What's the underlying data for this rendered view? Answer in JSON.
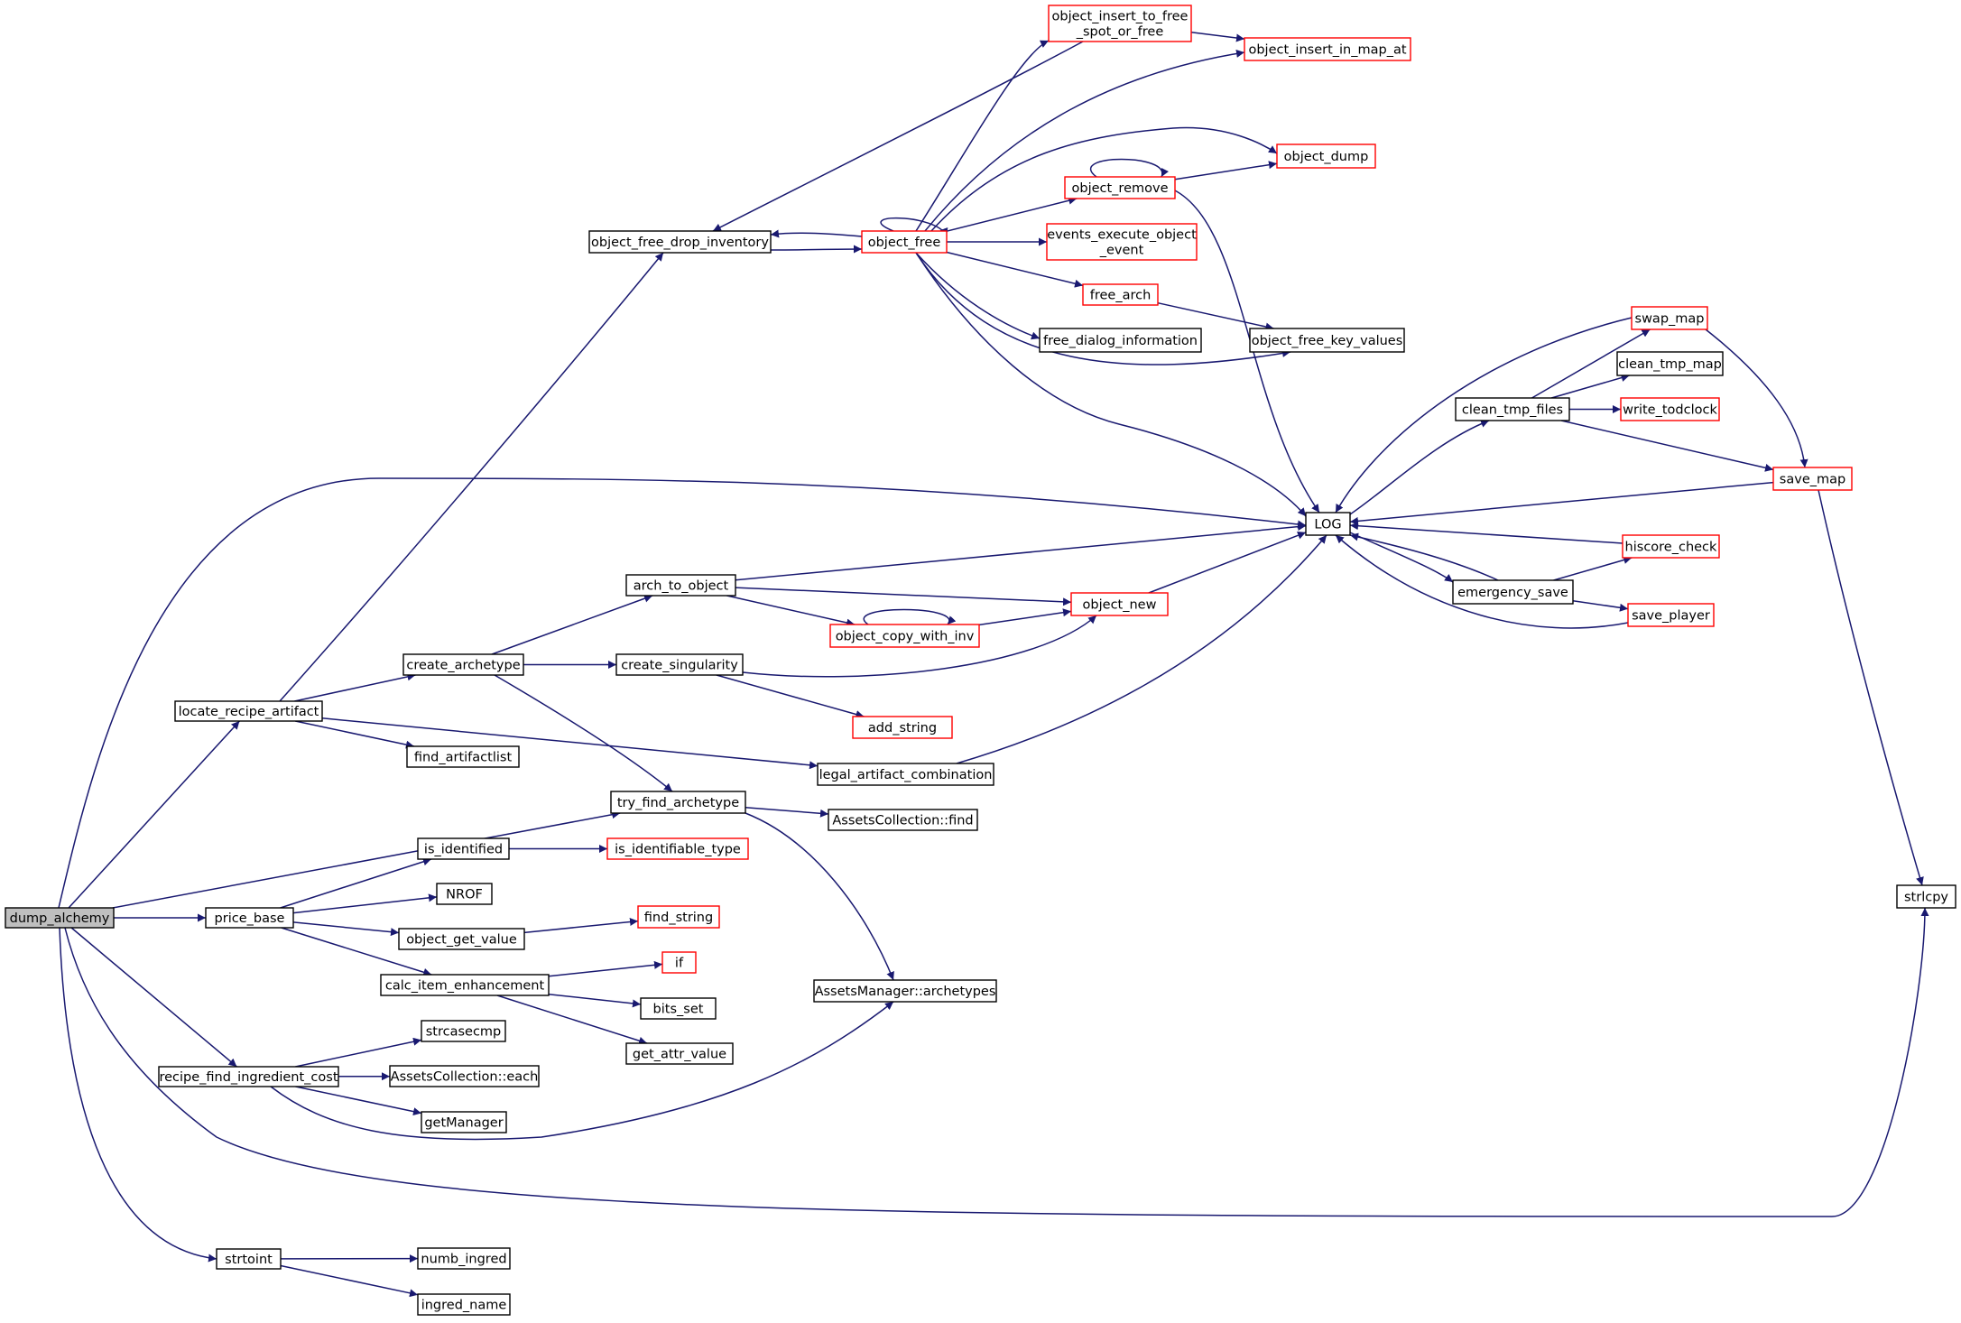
{
  "colors": {
    "edge": "#191970",
    "node_border_black": "#000000",
    "node_border_red": "#ff0000",
    "root_fill": "#bfbfbf",
    "node_fill": "#ffffff"
  },
  "nodes": [
    {
      "id": "dump_alchemy",
      "lines": [
        "dump_alchemy"
      ],
      "style": "root"
    },
    {
      "id": "locate_recipe_artifact",
      "lines": [
        "locate_recipe_artifact"
      ],
      "style": "black"
    },
    {
      "id": "price_base",
      "lines": [
        "price_base"
      ],
      "style": "black"
    },
    {
      "id": "recipe_find_ingredient_cost",
      "lines": [
        "recipe_find_ingredient_cost"
      ],
      "style": "black"
    },
    {
      "id": "strtoint",
      "lines": [
        "strtoint"
      ],
      "style": "black"
    },
    {
      "id": "object_free_drop_inventory",
      "lines": [
        "object_free_drop_inventory"
      ],
      "style": "black"
    },
    {
      "id": "create_archetype",
      "lines": [
        "create_archetype"
      ],
      "style": "black"
    },
    {
      "id": "find_artifactlist",
      "lines": [
        "find_artifactlist"
      ],
      "style": "black"
    },
    {
      "id": "is_identified",
      "lines": [
        "is_identified"
      ],
      "style": "black"
    },
    {
      "id": "NROF",
      "lines": [
        "NROF"
      ],
      "style": "black"
    },
    {
      "id": "object_get_value",
      "lines": [
        "object_get_value"
      ],
      "style": "black"
    },
    {
      "id": "calc_item_enhancement",
      "lines": [
        "calc_item_enhancement"
      ],
      "style": "black"
    },
    {
      "id": "strcasecmp",
      "lines": [
        "strcasecmp"
      ],
      "style": "black"
    },
    {
      "id": "AssetsCollection_each",
      "lines": [
        "AssetsCollection::each"
      ],
      "style": "black"
    },
    {
      "id": "getManager",
      "lines": [
        "getManager"
      ],
      "style": "black"
    },
    {
      "id": "numb_ingred",
      "lines": [
        "numb_ingred"
      ],
      "style": "black"
    },
    {
      "id": "ingred_name",
      "lines": [
        "ingred_name"
      ],
      "style": "black"
    },
    {
      "id": "arch_to_object",
      "lines": [
        "arch_to_object"
      ],
      "style": "black"
    },
    {
      "id": "create_singularity",
      "lines": [
        "create_singularity"
      ],
      "style": "black"
    },
    {
      "id": "try_find_archetype",
      "lines": [
        "try_find_archetype"
      ],
      "style": "black"
    },
    {
      "id": "is_identifiable_type",
      "lines": [
        "is_identifiable_type"
      ],
      "style": "red"
    },
    {
      "id": "find_string",
      "lines": [
        "find_string"
      ],
      "style": "red"
    },
    {
      "id": "if",
      "lines": [
        "if"
      ],
      "style": "red"
    },
    {
      "id": "bits_set",
      "lines": [
        "bits_set"
      ],
      "style": "black"
    },
    {
      "id": "get_attr_value",
      "lines": [
        "get_attr_value"
      ],
      "style": "black"
    },
    {
      "id": "object_copy_with_inv",
      "lines": [
        "object_copy_with_inv"
      ],
      "style": "red"
    },
    {
      "id": "add_string",
      "lines": [
        "add_string"
      ],
      "style": "red"
    },
    {
      "id": "legal_artifact_combination",
      "lines": [
        "legal_artifact_combination"
      ],
      "style": "black"
    },
    {
      "id": "AssetsCollection_find",
      "lines": [
        "AssetsCollection::find"
      ],
      "style": "black"
    },
    {
      "id": "AssetsManager_archetypes",
      "lines": [
        "AssetsManager::archetypes"
      ],
      "style": "black"
    },
    {
      "id": "object_free",
      "lines": [
        "object_free"
      ],
      "style": "red"
    },
    {
      "id": "object_insert_to_free_spot_or_free",
      "lines": [
        "object_insert_to_free",
        "_spot_or_free"
      ],
      "style": "red"
    },
    {
      "id": "object_remove",
      "lines": [
        "object_remove"
      ],
      "style": "red"
    },
    {
      "id": "events_execute_object_event",
      "lines": [
        "events_execute_object",
        "_event"
      ],
      "style": "red"
    },
    {
      "id": "free_arch",
      "lines": [
        "free_arch"
      ],
      "style": "red"
    },
    {
      "id": "free_dialog_information",
      "lines": [
        "free_dialog_information"
      ],
      "style": "black"
    },
    {
      "id": "object_new",
      "lines": [
        "object_new"
      ],
      "style": "red"
    },
    {
      "id": "object_insert_in_map_at",
      "lines": [
        "object_insert_in_map_at"
      ],
      "style": "red"
    },
    {
      "id": "object_dump",
      "lines": [
        "object_dump"
      ],
      "style": "red"
    },
    {
      "id": "object_free_key_values",
      "lines": [
        "object_free_key_values"
      ],
      "style": "black"
    },
    {
      "id": "LOG",
      "lines": [
        "LOG"
      ],
      "style": "black"
    },
    {
      "id": "clean_tmp_files",
      "lines": [
        "clean_tmp_files"
      ],
      "style": "black"
    },
    {
      "id": "emergency_save",
      "lines": [
        "emergency_save"
      ],
      "style": "black"
    },
    {
      "id": "swap_map",
      "lines": [
        "swap_map"
      ],
      "style": "red"
    },
    {
      "id": "clean_tmp_map",
      "lines": [
        "clean_tmp_map"
      ],
      "style": "black"
    },
    {
      "id": "write_todclock",
      "lines": [
        "write_todclock"
      ],
      "style": "red"
    },
    {
      "id": "save_map",
      "lines": [
        "save_map"
      ],
      "style": "red"
    },
    {
      "id": "hiscore_check",
      "lines": [
        "hiscore_check"
      ],
      "style": "red"
    },
    {
      "id": "save_player",
      "lines": [
        "save_player"
      ],
      "style": "red"
    },
    {
      "id": "strlcpy",
      "lines": [
        "strlcpy"
      ],
      "style": "black"
    }
  ],
  "edges": [
    [
      "dump_alchemy",
      "locate_recipe_artifact"
    ],
    [
      "dump_alchemy",
      "price_base"
    ],
    [
      "dump_alchemy",
      "recipe_find_ingredient_cost"
    ],
    [
      "dump_alchemy",
      "strtoint"
    ],
    [
      "dump_alchemy",
      "try_find_archetype"
    ],
    [
      "dump_alchemy",
      "LOG"
    ],
    [
      "dump_alchemy",
      "strlcpy"
    ],
    [
      "locate_recipe_artifact",
      "object_free_drop_inventory"
    ],
    [
      "locate_recipe_artifact",
      "create_archetype"
    ],
    [
      "locate_recipe_artifact",
      "find_artifactlist"
    ],
    [
      "locate_recipe_artifact",
      "legal_artifact_combination"
    ],
    [
      "object_free_drop_inventory",
      "object_free"
    ],
    [
      "object_free",
      "object_free_drop_inventory"
    ],
    [
      "object_free",
      "object_free"
    ],
    [
      "object_free",
      "object_insert_to_free_spot_or_free"
    ],
    [
      "object_free",
      "object_insert_in_map_at"
    ],
    [
      "object_free",
      "object_dump"
    ],
    [
      "object_free",
      "object_remove"
    ],
    [
      "object_free",
      "events_execute_object_event"
    ],
    [
      "object_free",
      "free_arch"
    ],
    [
      "object_free",
      "free_dialog_information"
    ],
    [
      "object_free",
      "object_free_key_values"
    ],
    [
      "object_free",
      "LOG"
    ],
    [
      "object_insert_to_free_spot_or_free",
      "object_free_drop_inventory"
    ],
    [
      "object_insert_to_free_spot_or_free",
      "object_insert_in_map_at"
    ],
    [
      "object_remove",
      "object_remove"
    ],
    [
      "object_remove",
      "object_dump"
    ],
    [
      "object_remove",
      "LOG"
    ],
    [
      "free_arch",
      "object_free_key_values"
    ],
    [
      "create_archetype",
      "arch_to_object"
    ],
    [
      "create_archetype",
      "create_singularity"
    ],
    [
      "create_archetype",
      "try_find_archetype"
    ],
    [
      "arch_to_object",
      "LOG"
    ],
    [
      "arch_to_object",
      "object_new"
    ],
    [
      "arch_to_object",
      "object_copy_with_inv"
    ],
    [
      "object_copy_with_inv",
      "object_copy_with_inv"
    ],
    [
      "object_copy_with_inv",
      "object_new"
    ],
    [
      "object_new",
      "LOG"
    ],
    [
      "create_singularity",
      "object_new"
    ],
    [
      "create_singularity",
      "add_string"
    ],
    [
      "legal_artifact_combination",
      "LOG"
    ],
    [
      "try_find_archetype",
      "AssetsCollection_find"
    ],
    [
      "try_find_archetype",
      "AssetsManager_archetypes"
    ],
    [
      "price_base",
      "is_identified"
    ],
    [
      "price_base",
      "NROF"
    ],
    [
      "price_base",
      "object_get_value"
    ],
    [
      "price_base",
      "calc_item_enhancement"
    ],
    [
      "is_identified",
      "is_identifiable_type"
    ],
    [
      "object_get_value",
      "find_string"
    ],
    [
      "calc_item_enhancement",
      "if"
    ],
    [
      "calc_item_enhancement",
      "bits_set"
    ],
    [
      "calc_item_enhancement",
      "get_attr_value"
    ],
    [
      "recipe_find_ingredient_cost",
      "strcasecmp"
    ],
    [
      "recipe_find_ingredient_cost",
      "AssetsCollection_each"
    ],
    [
      "recipe_find_ingredient_cost",
      "getManager"
    ],
    [
      "recipe_find_ingredient_cost",
      "AssetsManager_archetypes"
    ],
    [
      "strtoint",
      "numb_ingred"
    ],
    [
      "strtoint",
      "ingred_name"
    ],
    [
      "LOG",
      "clean_tmp_files"
    ],
    [
      "LOG",
      "emergency_save"
    ],
    [
      "clean_tmp_files",
      "swap_map"
    ],
    [
      "clean_tmp_files",
      "clean_tmp_map"
    ],
    [
      "clean_tmp_files",
      "write_todclock"
    ],
    [
      "clean_tmp_files",
      "save_map"
    ],
    [
      "swap_map",
      "LOG"
    ],
    [
      "swap_map",
      "save_map"
    ],
    [
      "save_map",
      "LOG"
    ],
    [
      "save_map",
      "strlcpy"
    ],
    [
      "emergency_save",
      "LOG"
    ],
    [
      "emergency_save",
      "hiscore_check"
    ],
    [
      "emergency_save",
      "save_player"
    ],
    [
      "hiscore_check",
      "LOG"
    ],
    [
      "save_player",
      "LOG"
    ]
  ]
}
